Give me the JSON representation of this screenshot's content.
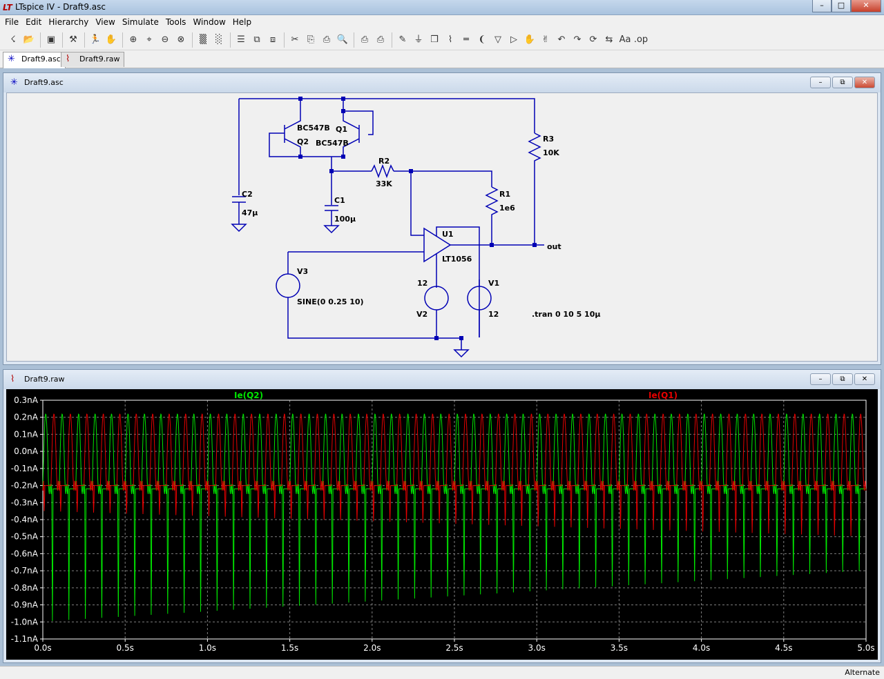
{
  "window": {
    "title": "LTspice IV - Draft9.asc",
    "app_icon": "LT"
  },
  "menu": [
    "File",
    "Edit",
    "Hierarchy",
    "View",
    "Simulate",
    "Tools",
    "Window",
    "Help"
  ],
  "tabs": [
    {
      "label": "Draft9.asc",
      "icon": "schematic-icon"
    },
    {
      "label": "Draft9.raw",
      "icon": "waveform-icon"
    }
  ],
  "schematic": {
    "title": "Draft9.asc",
    "labels": {
      "q2_model": "BC547B",
      "q2_name": "Q2",
      "q1_name": "Q1",
      "q1_model": "BC547B",
      "r2_name": "R2",
      "r2_value": "33K",
      "r3_name": "R3",
      "r3_value": "10K",
      "r1_name": "R1",
      "r1_value": "1e6",
      "c2_name": "C2",
      "c2_value": "47µ",
      "c1_name": "C1",
      "c1_value": "100µ",
      "u1_name": "U1",
      "u1_model": "LT1056",
      "out_net": "out",
      "v3_name": "V3",
      "v3_value": "SINE(0 0.25 10)",
      "v2_value": "12",
      "v2_name": "V2",
      "v1_name": "V1",
      "v1_value": "12",
      "directive": ".tran 0 10 5 10µ"
    }
  },
  "waveform": {
    "title": "Draft9.raw",
    "colors": {
      "q2": "#00e600",
      "q1": "#e60000",
      "axis": "#ffffff",
      "grid": "#808080"
    }
  },
  "status": "Alternate",
  "chart_data": {
    "type": "line",
    "xlabel": "",
    "ylabel": "",
    "xlim": [
      0,
      5
    ],
    "ylim": [
      -1.1,
      0.3
    ],
    "x_ticks": [
      "0.0s",
      "0.5s",
      "1.0s",
      "1.5s",
      "2.0s",
      "2.5s",
      "3.0s",
      "3.5s",
      "4.0s",
      "4.5s",
      "5.0s"
    ],
    "y_ticks": [
      "0.3nA",
      "0.2nA",
      "0.1nA",
      "0.0nA",
      "-0.1nA",
      "-0.2nA",
      "-0.3nA",
      "-0.4nA",
      "-0.5nA",
      "-0.6nA",
      "-0.7nA",
      "-0.8nA",
      "-0.9nA",
      "-1.0nA",
      "-1.1nA"
    ],
    "grid": true,
    "series": [
      {
        "name": "Ie(Q2)",
        "frequency_hz": 10,
        "peak_nA": 0.22,
        "baseline_nA": -0.22,
        "min_nA_start": -1.0,
        "min_nA_end": -0.7
      },
      {
        "name": "Ie(Q1)",
        "frequency_hz": 10,
        "peak_nA": 0.22,
        "baseline_nA": -0.2,
        "min_nA_start": -0.35,
        "min_nA_end": -0.5
      }
    ]
  }
}
